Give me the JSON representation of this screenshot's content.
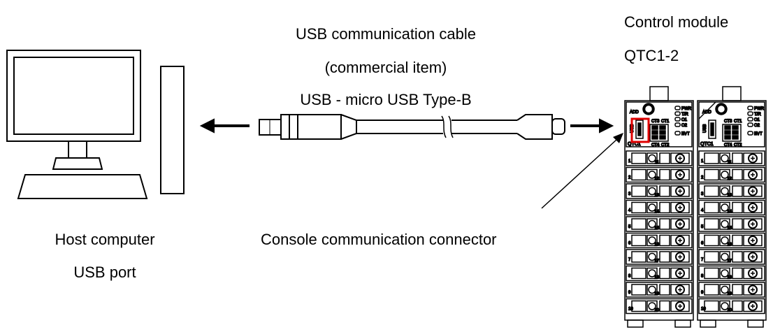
{
  "labels": {
    "cable_line1": "USB communication cable",
    "cable_line2": "(commercial item)",
    "cable_line3": "USB - micro USB Type-B",
    "module_line1": "Control module",
    "module_line2": "QTC1-2",
    "host_line1": "Host computer",
    "host_line2": "USB port",
    "connector": "Console communication connector"
  },
  "module_panel": {
    "address_label": "ADD",
    "usb_label": "USB",
    "ct_labels_top": [
      "CT3",
      "CT1"
    ],
    "ct_labels_bottom": [
      "CT4",
      "CT2"
    ],
    "led_labels": [
      "PWR",
      "T/R",
      "O1",
      "O2"
    ],
    "event_label": "EVT",
    "model_label": "QTC1",
    "terminal_left": [
      "1",
      "2",
      "3",
      "4",
      "5",
      "6",
      "7",
      "8",
      "9",
      "10"
    ],
    "terminal_right": [
      "11",
      "12",
      "13",
      "14",
      "15",
      "16",
      "17",
      "18",
      "19",
      "20"
    ]
  },
  "colors": {
    "line": "#000000",
    "highlight": "#e00000"
  }
}
